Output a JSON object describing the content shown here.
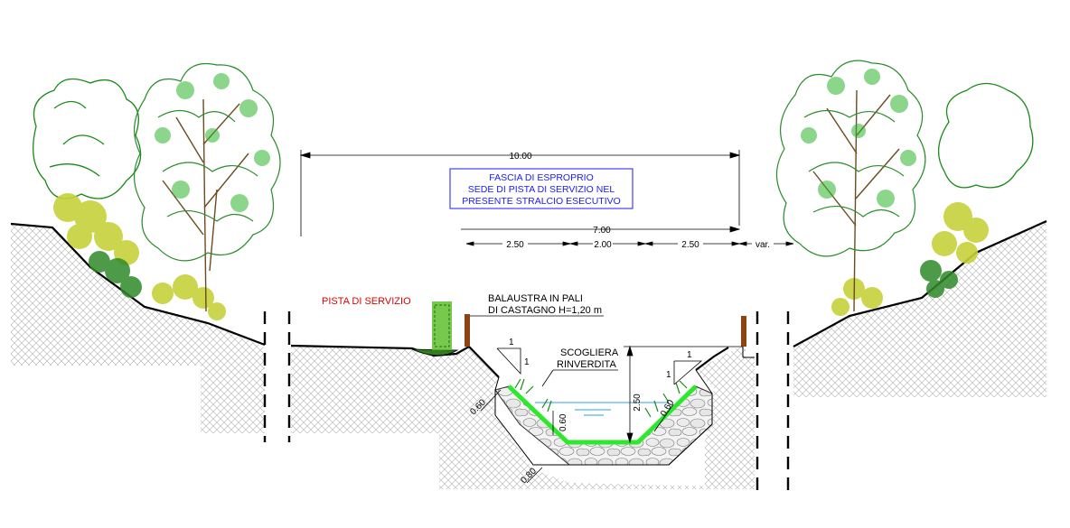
{
  "dimensions": {
    "total_width": "10.00",
    "inner_width": "7.00",
    "seg_left": "2.50",
    "seg_mid": "2.00",
    "seg_right": "2.50",
    "seg_var": "var.",
    "depth": "2.50",
    "slope_v_left": "1",
    "slope_h_left": "1",
    "slope_v_right": "1",
    "slope_h_right": "1",
    "thick_060_a": "0.60",
    "thick_060_b": "0.60",
    "thick_060_c": "0.60",
    "thick_080": "0.80"
  },
  "labels": {
    "expropriation_box": [
      "FASCIA DI ESPROPRIO",
      "SEDE DI PISTA DI SERVIZIO NEL",
      "PRESENTE STRALCIO ESECUTIVO"
    ],
    "service_track": "PISTA DI SERVIZIO",
    "railing_line1": "BALAUSTRA IN PALI",
    "railing_line2": "DI CASTAGNO  H=1,20 m",
    "riprap_line1": "SCOGLIERA",
    "riprap_line2": "RINVERDITA"
  },
  "colors": {
    "blue_text": "#1a1aff",
    "red_text": "#e00000",
    "vegetated_lining": "#2ee82e",
    "post": "#8b4513",
    "water": "#29a3e0"
  }
}
